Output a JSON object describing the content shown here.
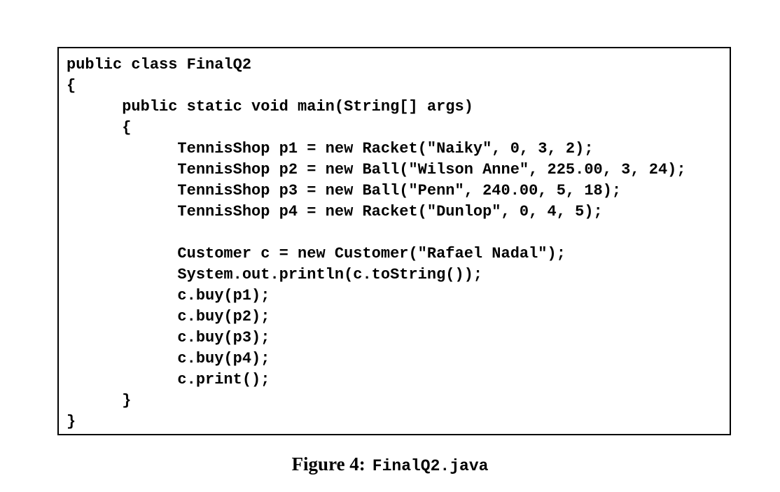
{
  "page": {
    "background_color": "#ffffff",
    "text_color": "#000000",
    "box_border_color": "#000000"
  },
  "figure": {
    "code_lines": [
      "public class FinalQ2",
      "{",
      "      public static void main(String[] args)",
      "      {",
      "            TennisShop p1 = new Racket(\"Naiky\", 0, 3, 2);",
      "            TennisShop p2 = new Ball(\"Wilson Anne\", 225.00, 3, 24);",
      "            TennisShop p3 = new Ball(\"Penn\", 240.00, 5, 18);",
      "            TennisShop p4 = new Racket(\"Dunlop\", 0, 4, 5);",
      "",
      "            Customer c = new Customer(\"Rafael Nadal\");",
      "            System.out.println(c.toString());",
      "            c.buy(p1);",
      "            c.buy(p2);",
      "            c.buy(p3);",
      "            c.buy(p4);",
      "            c.print();",
      "      }",
      "}"
    ],
    "caption": {
      "prefix": "Figure 4:",
      "filename": "FinalQ2.java"
    }
  }
}
